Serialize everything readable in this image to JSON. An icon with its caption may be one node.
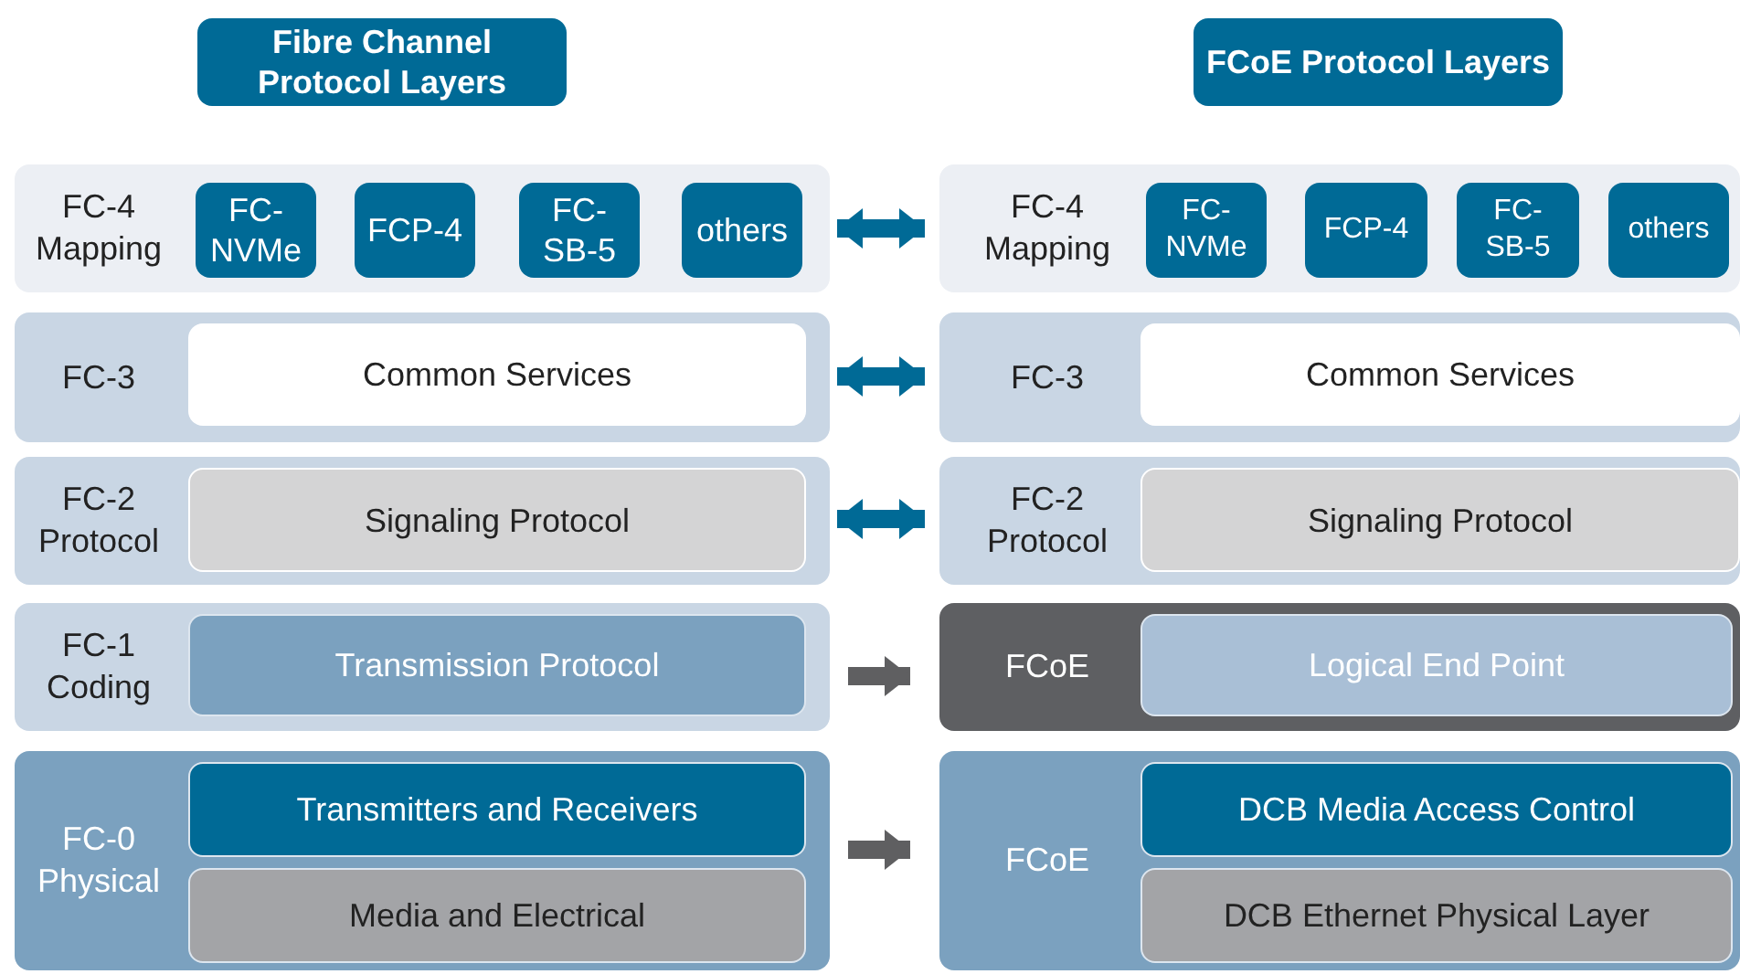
{
  "diagram": {
    "nodes": [
      {
        "text": [
          "Fibre Channel Protocol Layers"
        ]
      },
      {
        "text": [
          "FCoE Protocol Layers"
        ]
      },
      {
        "text": [
          "FC-4 Mapping"
        ]
      },
      {
        "text": [
          "FC- NVMe"
        ],
        "in": 2
      },
      {
        "text": [
          "FCP-4"
        ],
        "in": 2
      },
      {
        "text": [
          "FC- SB-5"
        ],
        "in": 2
      },
      {
        "text": [
          "others"
        ],
        "in": 2
      },
      {
        "text": [
          "FC-4 Mapping"
        ]
      },
      {
        "text": [
          "FC- NVMe"
        ],
        "in": 7
      },
      {
        "text": [
          "FCP-4"
        ],
        "in": 7
      },
      {
        "text": [
          "FC- SB-5"
        ],
        "in": 7
      },
      {
        "text": [
          "others"
        ],
        "in": 7
      },
      {
        "text": [
          "FC-3"
        ]
      },
      {
        "text": [
          "Common Services"
        ],
        "in": 12
      },
      {
        "text": [
          "FC-3"
        ]
      },
      {
        "text": [
          "Common Services"
        ],
        "in": 14
      },
      {
        "text": [
          "FC-2 Protocol"
        ]
      },
      {
        "text": [
          "Signaling Protocol"
        ],
        "in": 16
      },
      {
        "text": [
          "FC-2 Protocol"
        ]
      },
      {
        "text": [
          "Signaling Protocol"
        ],
        "in": 18
      },
      {
        "text": [
          "FC-1 Coding"
        ]
      },
      {
        "text": [
          "Transmission Protocol"
        ],
        "in": 20
      },
      {
        "text": [
          "FCoE"
        ]
      },
      {
        "text": [
          "Logical End Point"
        ],
        "in": 22
      },
      {
        "text": [
          "FC-0 Physical"
        ]
      },
      {
        "text": [
          "Transmitters and Receivers"
        ],
        "in": 24
      },
      {
        "text": [
          "Media and Electrical"
        ],
        "in": 24
      },
      {
        "text": [
          "FCoE"
        ]
      },
      {
        "text": [
          "DCB Media Access Control"
        ],
        "in": 27
      },
      {
        "text": [
          "DCB Ethernet Physical Layer"
        ],
        "in": 27
      }
    ],
    "edges": [
      {
        "from": 2,
        "to": 7,
        "arrow": "both"
      },
      {
        "from": 12,
        "to": 14,
        "arrow": "both"
      },
      {
        "from": 16,
        "to": 18,
        "arrow": "both"
      },
      {
        "from": 20,
        "to": 22,
        "arrow": "to",
        "color": "#5f5f61"
      },
      {
        "from": 24,
        "to": 27,
        "arrow": "to",
        "color": "#5f5f61"
      }
    ]
  }
}
